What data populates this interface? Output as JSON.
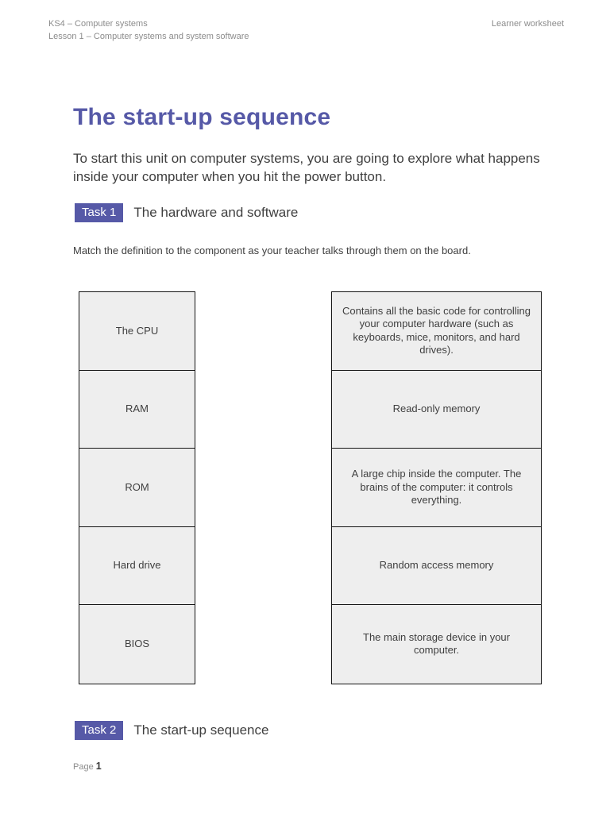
{
  "header": {
    "course": "KS4 – Computer systems",
    "lesson": "Lesson 1 – Computer systems and system software",
    "doc_type": "Learner worksheet"
  },
  "title": "The start-up sequence",
  "intro": "To start this unit on computer systems, you are going to explore what happens inside your computer when you hit the power button.",
  "task1": {
    "badge": "Task 1",
    "heading": "The hardware and software",
    "instruction": "Match the definition to the component as your teacher talks through them on the board."
  },
  "matching": {
    "components": [
      "The CPU",
      "RAM",
      "ROM",
      "Hard drive",
      "BIOS"
    ],
    "definitions": [
      "Contains all the basic code for controlling your computer hardware (such as keyboards, mice, monitors, and hard drives).",
      "Read-only memory",
      "A large chip inside the computer. The brains of the computer: it controls everything.",
      "Random access memory",
      "The main storage device in your computer."
    ]
  },
  "task2": {
    "badge": "Task 2",
    "heading": "The start-up sequence"
  },
  "footer": {
    "page_label": "Page",
    "page_number": "1"
  },
  "colors": {
    "accent": "#5659a7",
    "cell_fill": "#eeeeee",
    "table_border": "#141414",
    "body_text": "#3f3f3f",
    "muted_text": "#8c8c8c"
  }
}
